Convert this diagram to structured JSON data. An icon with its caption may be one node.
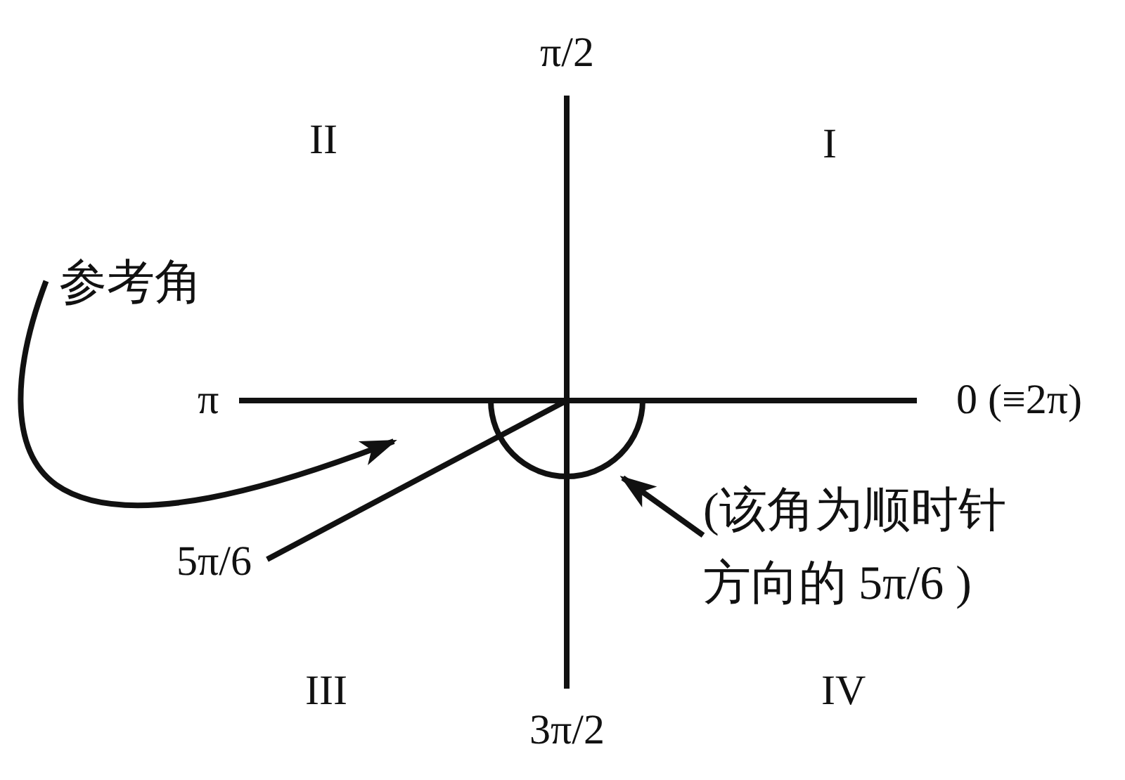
{
  "diagram": {
    "nodes": [
      {
        "text": [
          "参考角"
        ]
      },
      {
        "text": [
          "(该角为顺时针方向的 5π/6 )"
        ]
      },
      {
        "text": [],
        "shape": "arc"
      }
    ],
    "edges": [
      {
        "from": 0,
        "to": null,
        "arrow": "to"
      },
      {
        "from": 1,
        "to": 2,
        "arrow": "to"
      }
    ],
    "labels": [
      "π/2",
      "II",
      "I",
      "π",
      "0 (≡2π)",
      "5π/6",
      "III",
      "3π/2",
      "IV"
    ]
  }
}
